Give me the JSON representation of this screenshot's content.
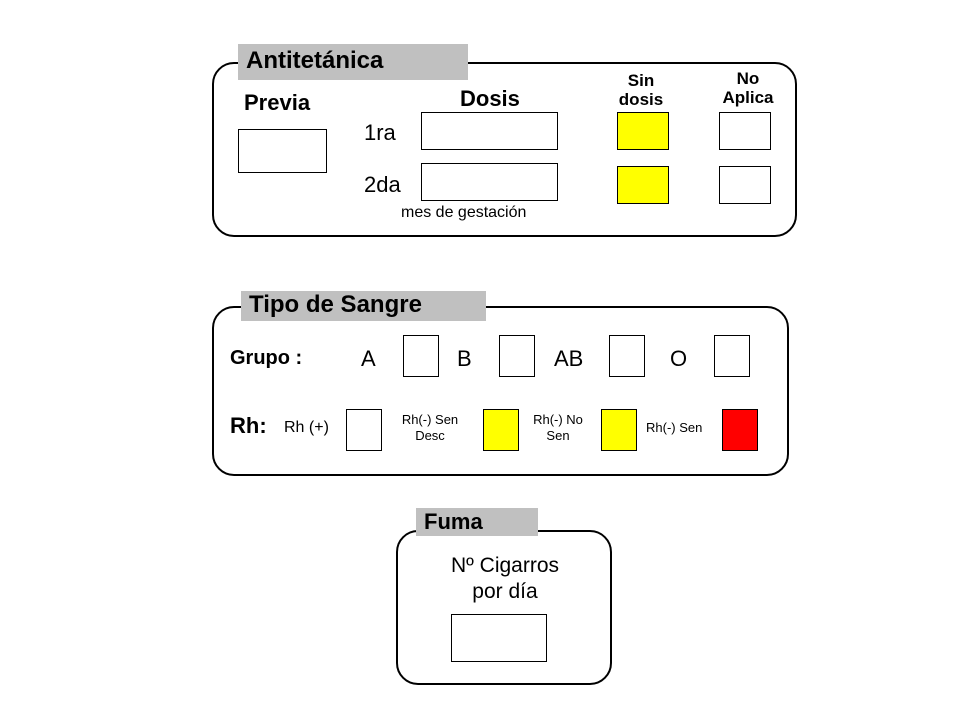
{
  "antitetanica": {
    "title": "Antitetánica",
    "previa_label": "Previa",
    "dosis_label": "Dosis",
    "sin_dosis_line1": "Sin",
    "sin_dosis_line2": "dosis",
    "no_aplica_line1": "No",
    "no_aplica_line2": "Aplica",
    "row1_label": "1ra",
    "row2_label": "2da",
    "mes_label": "mes de gestación"
  },
  "tipo_sangre": {
    "title": "Tipo de Sangre",
    "grupo_label": "Grupo :",
    "groups": [
      "A",
      "B",
      "AB",
      "O"
    ],
    "rh_label": "Rh:",
    "rh_pos_label": "Rh (+)",
    "rh_neg_sen_desc_line1": "Rh(-) Sen",
    "rh_neg_sen_desc_line2": "Desc",
    "rh_neg_no_sen_line1": "Rh(-) No",
    "rh_neg_no_sen_line2": "Sen",
    "rh_neg_sen": "Rh(-) Sen"
  },
  "fuma": {
    "title": "Fuma",
    "cigarros_line1": "Nº Cigarros",
    "cigarros_line2": "por día"
  },
  "colors": {
    "warning": "#ffff00",
    "alert": "#ff0000",
    "tab_bg": "#c0c0c0"
  }
}
